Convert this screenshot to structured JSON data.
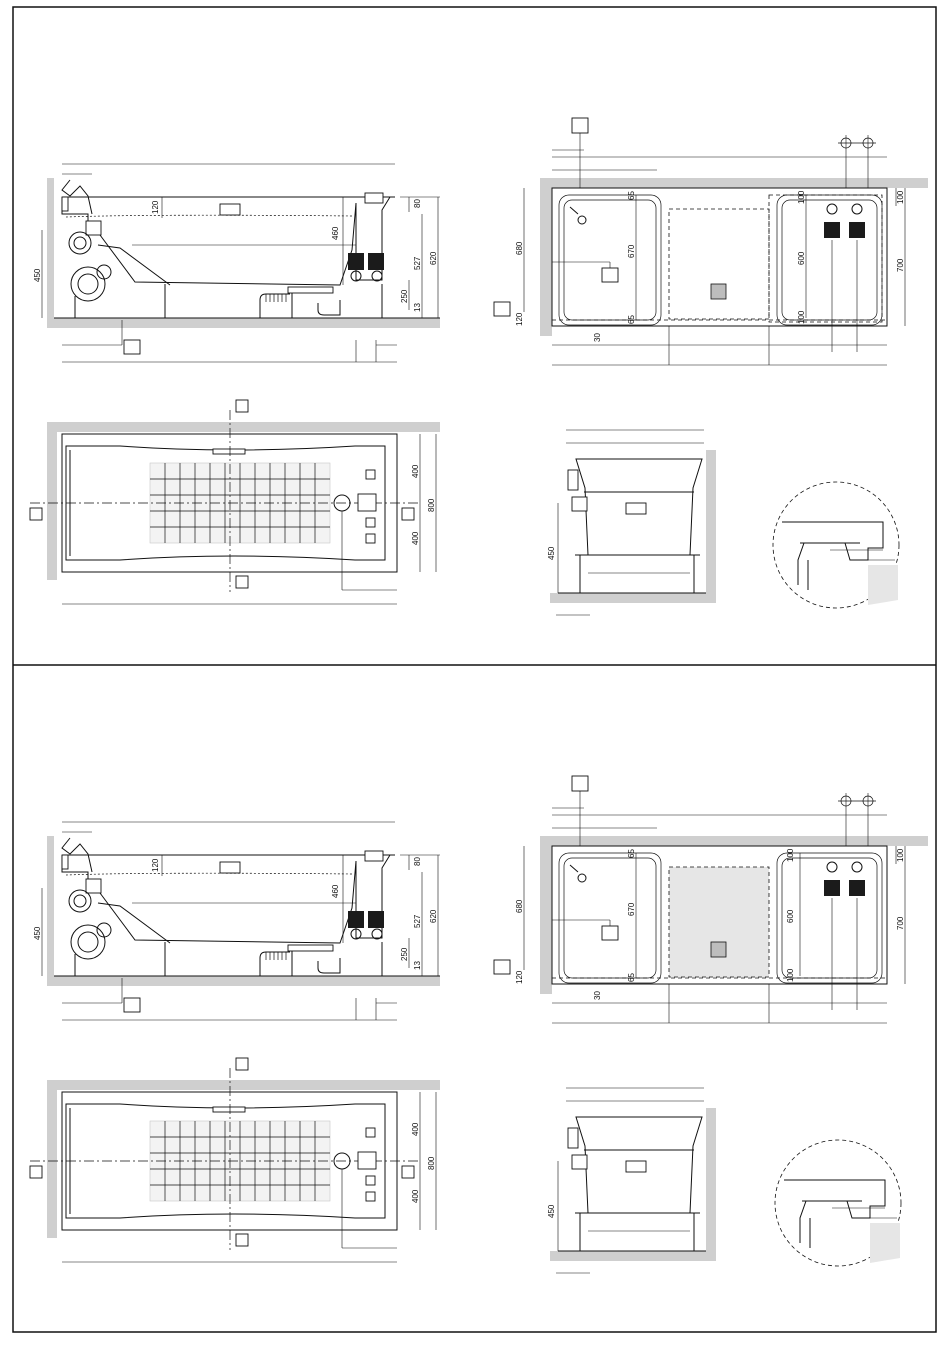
{
  "panels": [
    {
      "id": "top",
      "side_view": {
        "dims": {
          "d120": "120",
          "d460": "460",
          "d80": "80",
          "d527": "527",
          "d620": "620",
          "d250": "250",
          "d13": "13",
          "d450": "450"
        }
      },
      "front_view": {
        "dims": {
          "d65a": "65",
          "d680": "680",
          "d670": "670",
          "d65b": "65",
          "d100a": "100",
          "d600": "600",
          "d100b": "100",
          "d100c": "100",
          "d700": "700",
          "d120": "120",
          "d30": "30"
        }
      },
      "plan_view": {
        "dims": {
          "d400a": "400",
          "d800": "800",
          "d400b": "400"
        }
      },
      "section_view": {
        "dims": {
          "d450": "450"
        }
      }
    },
    {
      "id": "bottom",
      "side_view": {
        "dims": {
          "d120": "120",
          "d460": "460",
          "d80": "80",
          "d527": "527",
          "d620": "620",
          "d250": "250",
          "d13": "13",
          "d450": "450"
        }
      },
      "front_view": {
        "dims": {
          "d65a": "65",
          "d680": "680",
          "d670": "670",
          "d65b": "65",
          "d100a": "100",
          "d600": "600",
          "d100b": "100",
          "d100c": "100",
          "d700": "700",
          "d120": "120",
          "d30": "30"
        }
      },
      "plan_view": {
        "dims": {
          "d400a": "400",
          "d800": "800",
          "d400b": "400"
        }
      },
      "section_view": {
        "dims": {
          "d450": "450"
        }
      }
    }
  ]
}
